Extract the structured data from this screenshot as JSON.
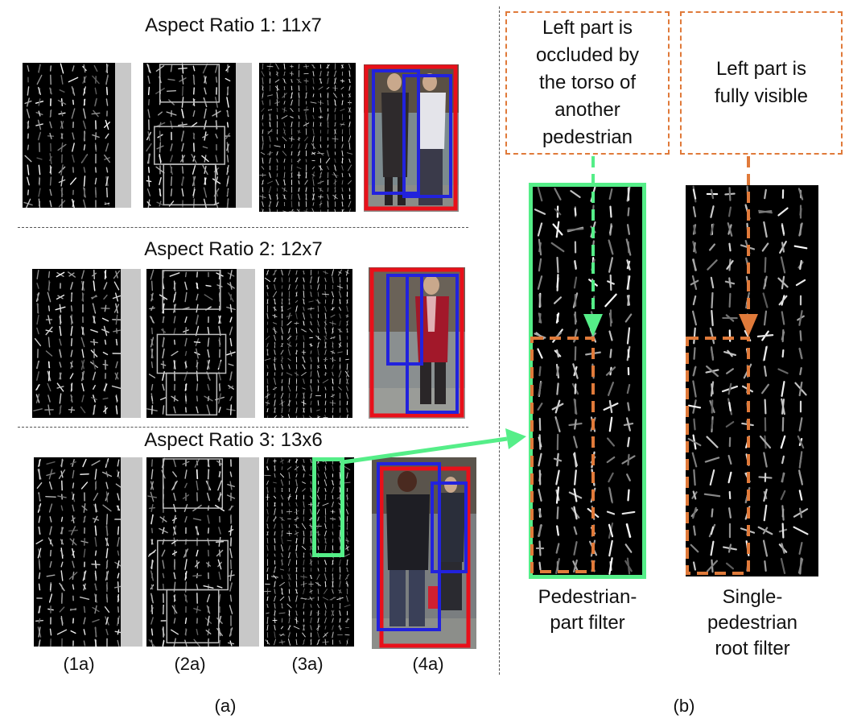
{
  "panel_a": {
    "rows": [
      {
        "title": "Aspect Ratio 1: 11x7"
      },
      {
        "title": "Aspect Ratio 2: 12x7"
      },
      {
        "title": "Aspect Ratio 3: 13x6"
      }
    ],
    "column_labels": [
      "(1a)",
      "(2a)",
      "(3a)",
      "(4a)"
    ],
    "label": "(a)"
  },
  "panel_b": {
    "note_left": "Left part is\noccluded by\nthe torso of\nanother\npedestrian",
    "note_right": "Left part is\nfully visible",
    "caption_left": "Pedestrian-\npart filter",
    "caption_right": "Single-\npedestrian\nroot filter",
    "label": "(b)"
  },
  "colors": {
    "green": "#55ee88",
    "orange": "#e07a3a",
    "red": "#e8101a",
    "blue": "#2222dd"
  }
}
